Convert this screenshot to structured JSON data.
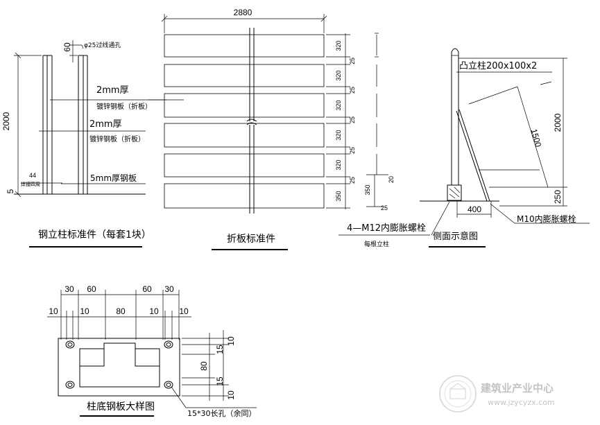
{
  "post": {
    "dim_60": "60",
    "hole_note": "φ25过线通孔",
    "dim_2000": "2000",
    "plate_note_1": "2mm厚",
    "plate_note_1b": "镀锌钢板（折板）",
    "plate_note_2": "2mm厚",
    "plate_note_2b": "镀锌钢板（折板）",
    "base_note": "5mm厚钢板",
    "small_dim": "44",
    "small_note": "焊接四周",
    "dim_5": "5",
    "title": "钢立柱标准件（每套1块）"
  },
  "panel": {
    "width_dim": "2880",
    "dims_right": [
      "320",
      "25",
      "320",
      "25",
      "320",
      "25",
      "320",
      "25",
      "320",
      "25",
      "350"
    ],
    "dim_350": "350",
    "dim_20": "20",
    "dim_25": "25",
    "bolt_note": "4—M12内膨胀螺栓",
    "bolt_sub": "每根立柱",
    "title": "折板标准件"
  },
  "side": {
    "post_label": "凸立柱200x100x2",
    "dim_1500": "1500",
    "dim_2000": "2000",
    "dim_250": "250",
    "dim_400": "400",
    "bolt_note": "M10内膨胀螺栓",
    "title": "侧面示意图"
  },
  "baseplate": {
    "top_dims": [
      "30",
      "60",
      "60",
      "30"
    ],
    "dim_80": "80",
    "dims_10": [
      "10",
      "10",
      "10",
      "10"
    ],
    "right_dims": [
      "10",
      "15",
      "80",
      "15",
      "10"
    ],
    "hole_note": "15*30长孔（余同）",
    "title": "柱底钢板大样图"
  },
  "watermark": {
    "cn": "建筑业产业中心",
    "url": "www.jzycyzx.com"
  }
}
